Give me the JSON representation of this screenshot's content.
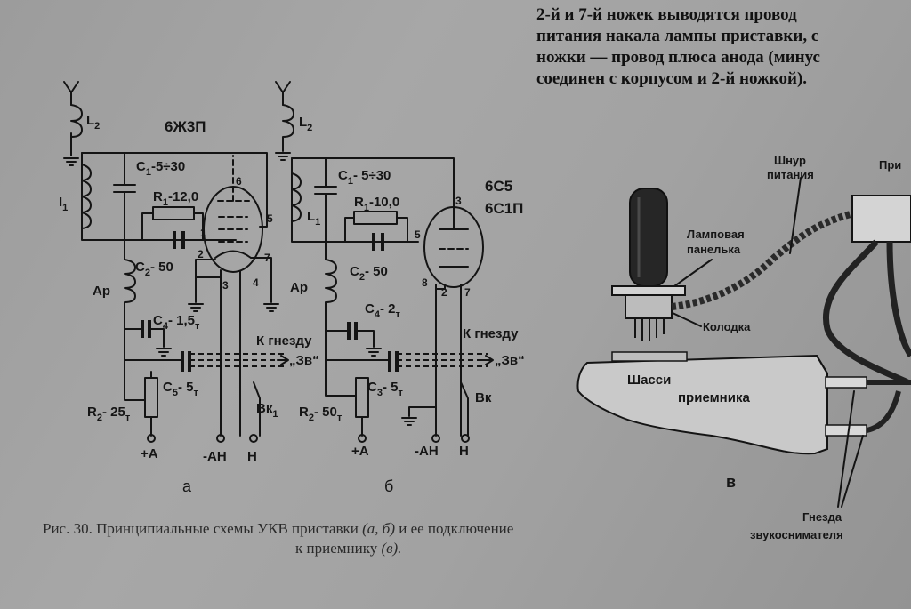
{
  "top_text": {
    "lines": [
      "2-й и 7-й ножек выводятся провод",
      "питания накала лампы приставки, с",
      "ножки — провод плюса анода (минус",
      "соединен с корпусом и 2-й ножкой)."
    ]
  },
  "schematic_a": {
    "label": "а",
    "tube": "6Ж3П",
    "L2": "L",
    "L2_sub": "2",
    "L1": "I",
    "L1_sub": "1",
    "C1": "C",
    "C1_sub": "1",
    "C1_val": "-5÷30",
    "R1": "R",
    "R1_sub": "1",
    "R1_val": "-12,0",
    "C2": "C",
    "C2_sub": "2",
    "C2_val": "- 50",
    "Ap": "Ap",
    "C4": "C",
    "C4_sub": "4",
    "C4_val": "- 1,5",
    "C4_unit": "т",
    "C5": "C",
    "C5_sub": "5",
    "C5_val": "- 5",
    "C5_unit": "т",
    "R2": "R",
    "R2_sub": "2",
    "R2_val": "- 25",
    "R2_unit": "т",
    "jack": "К гнезду",
    "zv": "„Зв“",
    "vk": "Вк",
    "vk_sub": "1",
    "plus_a": "+A",
    "minus_ah": "-AH",
    "h": "H",
    "pins": [
      "6",
      "5",
      "1",
      "2",
      "7",
      "3",
      "4"
    ]
  },
  "schematic_b": {
    "label": "б",
    "tube1": "6С5",
    "tube2": "6С1П",
    "L2": "L",
    "L2_sub": "2",
    "L1": "L",
    "L1_sub": "1",
    "C1": "C",
    "C1_sub": "1",
    "C1_val": "- 5÷30",
    "R1": "R",
    "R1_sub": "1",
    "R1_val": "-10,0",
    "C2": "C",
    "C2_sub": "2",
    "C2_val": "- 50",
    "Ap": "Ap",
    "C4": "C",
    "C4_sub": "4",
    "C4_val": "- 2",
    "C4_unit": "т",
    "C3": "C",
    "C3_sub": "3",
    "C3_val": "- 5",
    "C3_unit": "т",
    "R2": "R",
    "R2_sub": "2",
    "R2_val": "- 50",
    "R2_unit": "т",
    "jack": "К гнезду",
    "zv": "„Зв“",
    "vk": "Вк",
    "plus_a": "+A",
    "minus_ah": "-AH",
    "h": "H",
    "pins": [
      "3",
      "5",
      "8",
      "2",
      "7"
    ]
  },
  "assembly_v": {
    "label": "в",
    "cord": "Шнур",
    "cord2": "питания",
    "pri": "При",
    "socket": "Ламповая",
    "socket2": "панелька",
    "block": "Колодка",
    "chassis": "Шасси",
    "chassis2": "приемника",
    "jacks": "Гнезда",
    "jacks2": "звукоснимателя"
  },
  "caption": {
    "line1_prefix": "Рис. 30. Принципиальные схемы УКВ приставки",
    "line1_italic": "(а, б)",
    "line1_suffix": "и ее подключение",
    "line2_prefix": "к приемнику",
    "line2_italic": "(в)."
  }
}
